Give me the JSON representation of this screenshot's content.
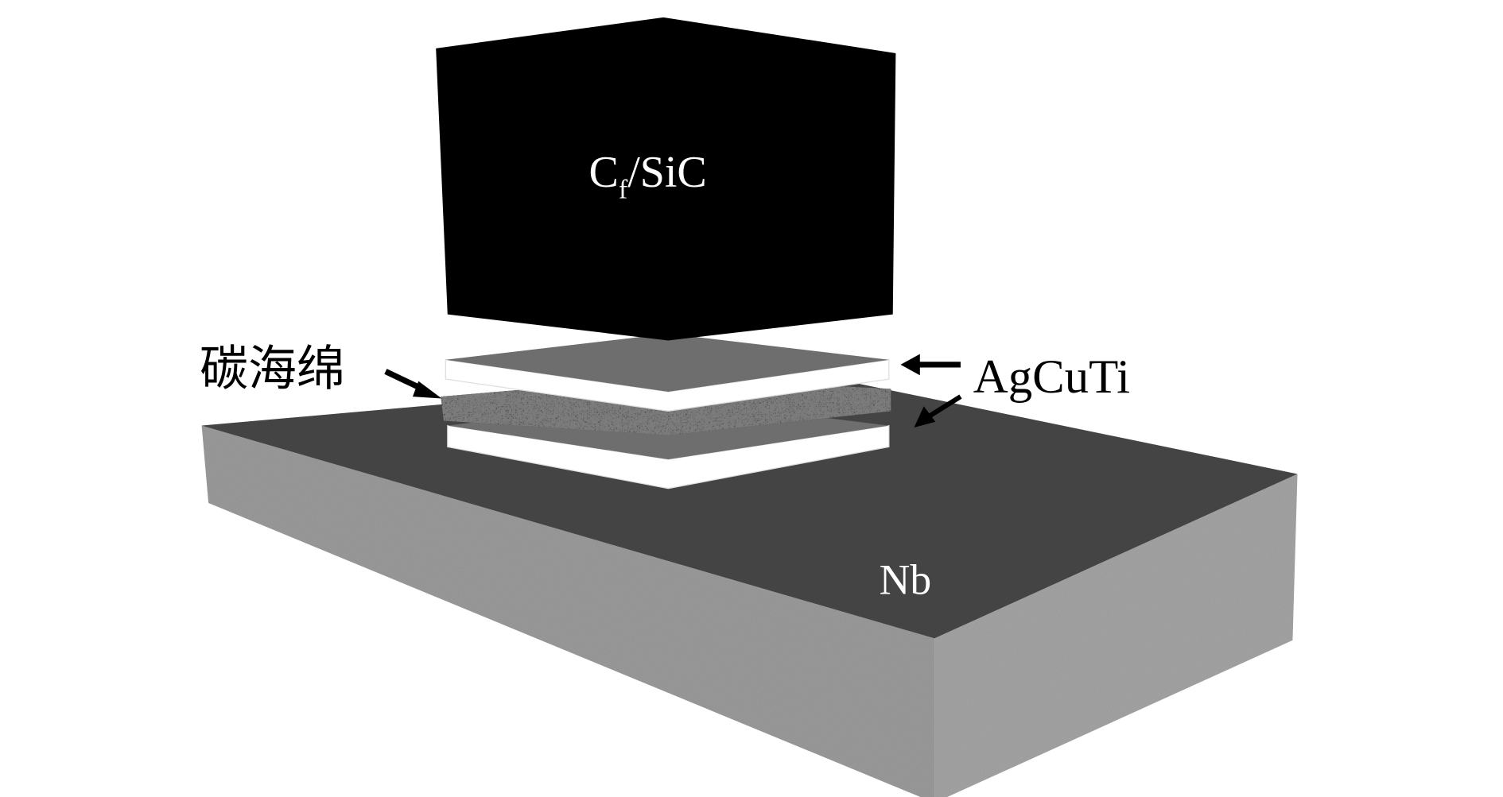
{
  "labels": {
    "cfsic_main": "C",
    "cfsic_sub": "f",
    "cfsic_rest": "/SiC",
    "carbon_sponge": "碳海绵",
    "agcuti": "AgCuTi",
    "nb": "Nb"
  },
  "colors": {
    "cfsic": "#000000",
    "nb_top": "#444444",
    "nb_side": "#9a9a9a",
    "filler_top": "#6e6e6e",
    "filler_side": "#ffffff",
    "foam": "#3a3a3a"
  }
}
